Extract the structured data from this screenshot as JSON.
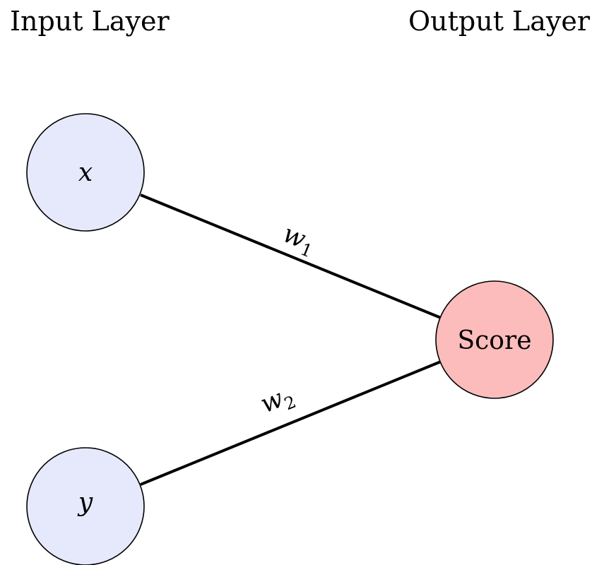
{
  "layers": {
    "input_title": "Input Layer",
    "output_title": "Output Layer"
  },
  "nodes": {
    "x": {
      "label": "x",
      "fill": "#e6e9fb"
    },
    "y": {
      "label": "y",
      "fill": "#e6e9fb"
    },
    "score": {
      "label": "Score",
      "fill": "#fcbcbc"
    }
  },
  "edges": {
    "w1": {
      "var": "w",
      "sub": "1"
    },
    "w2": {
      "var": "w",
      "sub": "2"
    }
  },
  "colors": {
    "stroke": "#000000",
    "input_fill": "#e6e9fb",
    "output_fill": "#fcbcbc"
  }
}
